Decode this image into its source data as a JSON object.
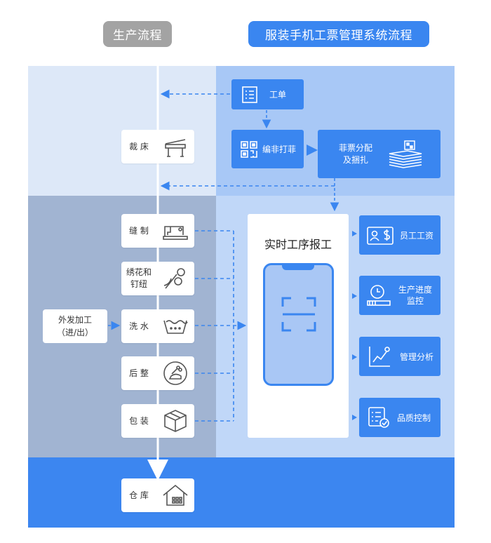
{
  "headers": {
    "left": "生产流程",
    "right": "服装手机工票管理系统流程"
  },
  "production": {
    "cutting": "裁 床",
    "sewing": "缝 制",
    "embroidery": "绣花和\n钉纽",
    "washing": "洗 水",
    "finishing": "后 整",
    "packing": "包 装",
    "warehouse": "仓 库"
  },
  "outsourcing": "外发加工\n（进/出）",
  "system": {
    "work_order": "工单",
    "ticket_coding": "编非打菲",
    "ticket_distribution": "菲票分配\n及捆扎",
    "realtime_title": "实时工序报工"
  },
  "modules": {
    "wage": "员工工资",
    "progress": "生产进度\n监控",
    "analysis": "管理分析",
    "quality": "品质控制"
  },
  "colors": {
    "header_left_bg": "#a3a3a3",
    "header_right_bg": "#3a86f0",
    "left_top_band": "#dde8f8",
    "left_mid_band": "#a1b4d2",
    "right_top_band": "#a8c8f6",
    "right_mid_band": "#c0d7f8",
    "bottom_band": "#3c86f0",
    "accent": "#3a86f0"
  }
}
